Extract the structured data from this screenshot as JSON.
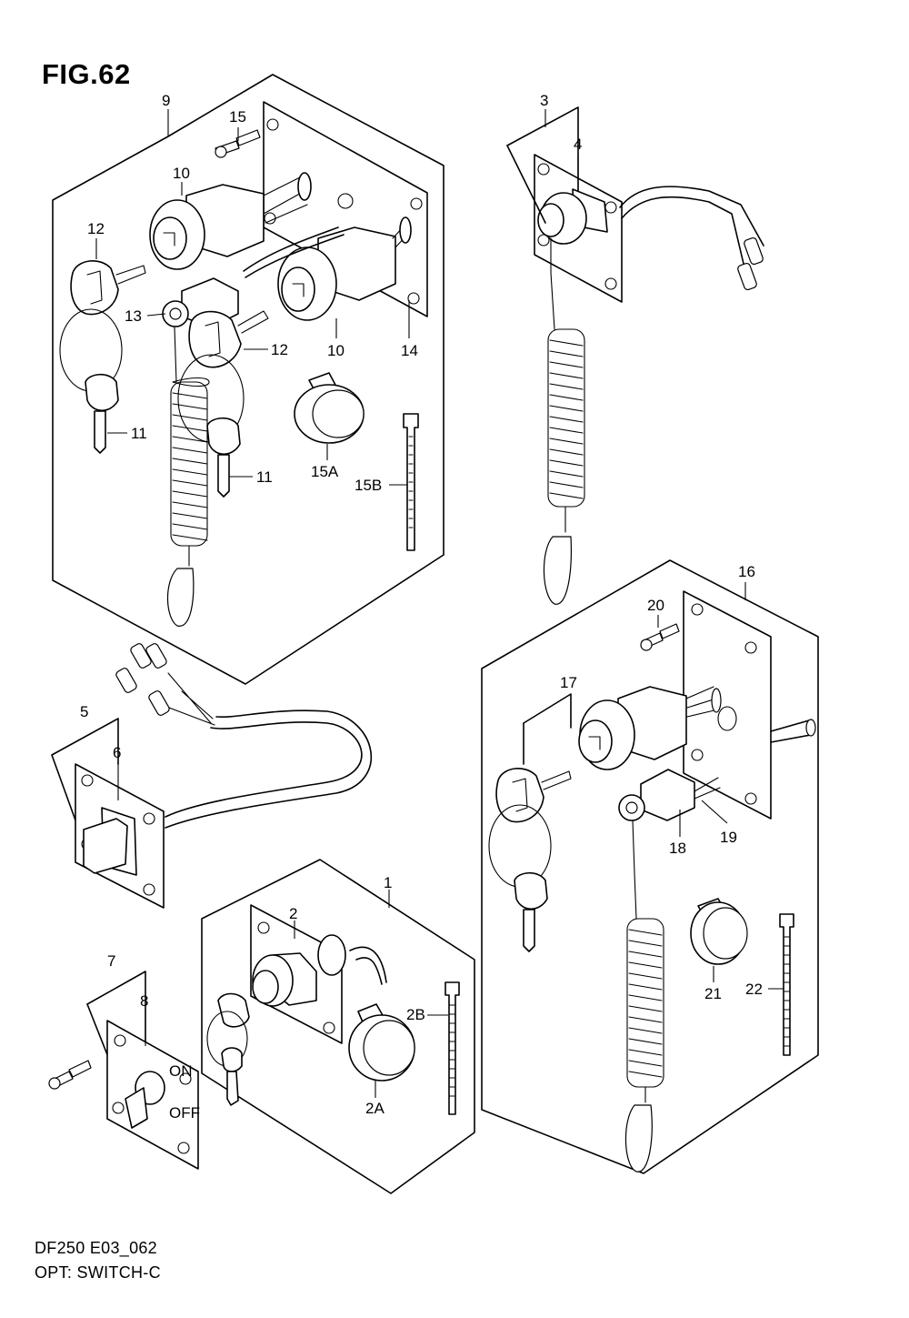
{
  "figure": {
    "title": "FIG.62",
    "model_code": "DF250 E03_062",
    "section_name": "OPT: SWITCH-C"
  },
  "callouts": {
    "c1": "1",
    "c2": "2",
    "c2A": "2A",
    "c2B": "2B",
    "c3": "3",
    "c4": "4",
    "c5": "5",
    "c6": "6",
    "c7": "7",
    "c8": "8",
    "c9": "9",
    "c10a": "10",
    "c10b": "10",
    "c11a": "11",
    "c11b": "11",
    "c12a": "12",
    "c12b": "12",
    "c13": "13",
    "c14": "14",
    "c15": "15",
    "c15A": "15A",
    "c15B": "15B",
    "c16": "16",
    "c17": "17",
    "c18": "18",
    "c19": "19",
    "c20": "20",
    "c21": "21",
    "c22": "22"
  },
  "switch_markings": {
    "on": "ON",
    "off": "OFF"
  },
  "icons": {
    "screw": "screw-icon",
    "key": "key-icon",
    "cable_tie": "cable-tie-icon"
  },
  "colors": {
    "line": "#000000",
    "background": "#ffffff"
  }
}
